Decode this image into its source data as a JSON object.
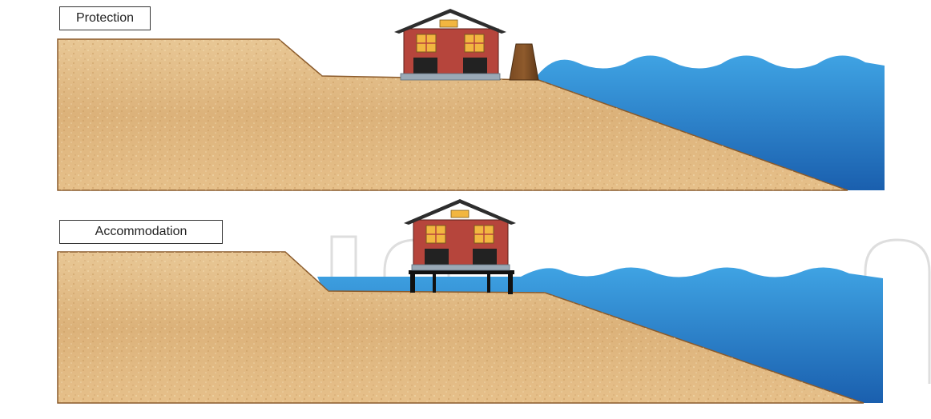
{
  "panels": [
    {
      "label": "Protection",
      "strategy": "seawall"
    },
    {
      "label": "Accommodation",
      "strategy": "raised-on-stilts"
    }
  ],
  "colors": {
    "sand": "#d9b27c",
    "sand_light": "#f0d7a8",
    "sand_edge": "#8a5a2b",
    "water_light": "#3fa3e3",
    "water_dark": "#1a5fae",
    "house_wall": "#b6453c",
    "house_roof": "#2d2d2d",
    "window": "#f2b640",
    "seawall": "#6d4a25",
    "stilts": "#111111",
    "watermark": "#cfcfcf"
  }
}
